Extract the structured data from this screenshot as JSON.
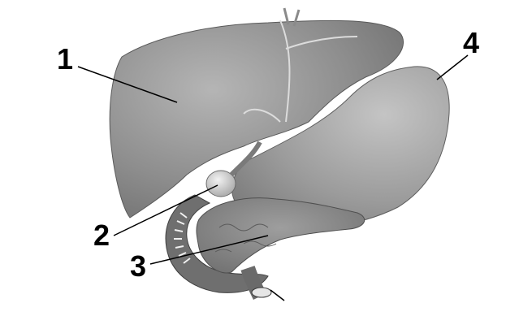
{
  "diagram": {
    "labels": [
      {
        "id": "1",
        "text": "1"
      },
      {
        "id": "2",
        "text": "2"
      },
      {
        "id": "3",
        "text": "3"
      },
      {
        "id": "4",
        "text": "4"
      }
    ]
  },
  "colors": {
    "liver": "#8a8a8a",
    "stomach": "#9c9c9c",
    "pancreas": "#7e7e7e",
    "duodenum": "#6f6f6f",
    "gallbladder": "#d2d2d2",
    "leader_line": "#000000"
  }
}
